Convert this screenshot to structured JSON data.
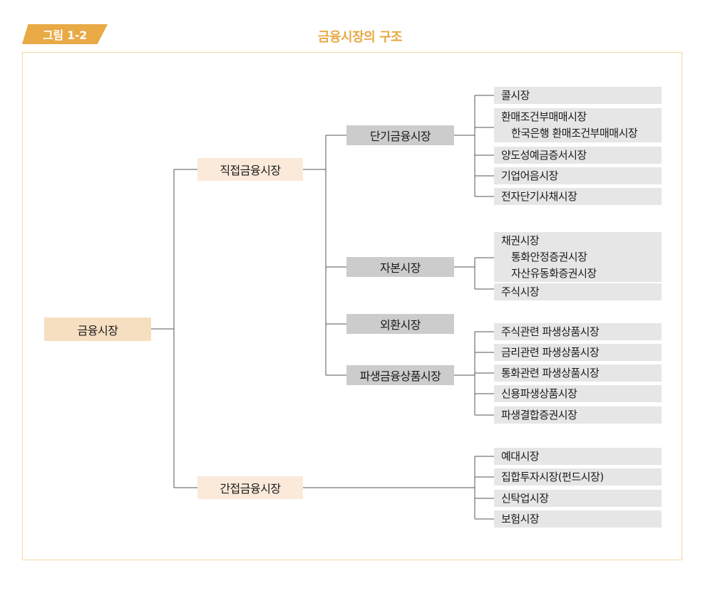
{
  "figure": {
    "badge": "그림 1-2",
    "title": "금융시장의 구조",
    "accent_color": "#e9a945",
    "frame_border_color": "#f4d6a8"
  },
  "colors": {
    "root_box": "#f6dfc0",
    "level2_box": "#fbeada",
    "level3_box": "#cccccc",
    "leaf_box": "#e6e6e6",
    "connector": "#555555"
  },
  "tree": {
    "root": {
      "label": "금융시장"
    },
    "branches": [
      {
        "label": "직접금융시장",
        "children": [
          {
            "label": "단기금융시장",
            "leaves": [
              {
                "lines": [
                  "콜시장"
                ]
              },
              {
                "lines": [
                  "환매조건부매매시장",
                  "한국은행 환매조건부매매시장"
                ]
              },
              {
                "lines": [
                  "양도성예금증서시장"
                ]
              },
              {
                "lines": [
                  "기업어음시장"
                ]
              },
              {
                "lines": [
                  "전자단기사채시장"
                ]
              }
            ]
          },
          {
            "label": "자본시장",
            "leaves": [
              {
                "lines": [
                  "채권시장",
                  "통화안정증권시장",
                  "자산유동화증권시장"
                ]
              },
              {
                "lines": [
                  "주식시장"
                ]
              }
            ]
          },
          {
            "label": "외환시장",
            "leaves": []
          },
          {
            "label": "파생금융상품시장",
            "leaves": [
              {
                "lines": [
                  "주식관련 파생상품시장"
                ]
              },
              {
                "lines": [
                  "금리관련 파생상품시장"
                ]
              },
              {
                "lines": [
                  "통화관련 파생상품시장"
                ]
              },
              {
                "lines": [
                  "신용파생상품시장"
                ]
              },
              {
                "lines": [
                  "파생결합증권시장"
                ]
              }
            ]
          }
        ]
      },
      {
        "label": "간접금융시장",
        "children": [],
        "leaves": [
          {
            "lines": [
              "예대시장"
            ]
          },
          {
            "lines": [
              "집합투자시장(펀드시장)"
            ]
          },
          {
            "lines": [
              "신탁업시장"
            ]
          },
          {
            "lines": [
              "보험시장"
            ]
          }
        ]
      }
    ]
  }
}
